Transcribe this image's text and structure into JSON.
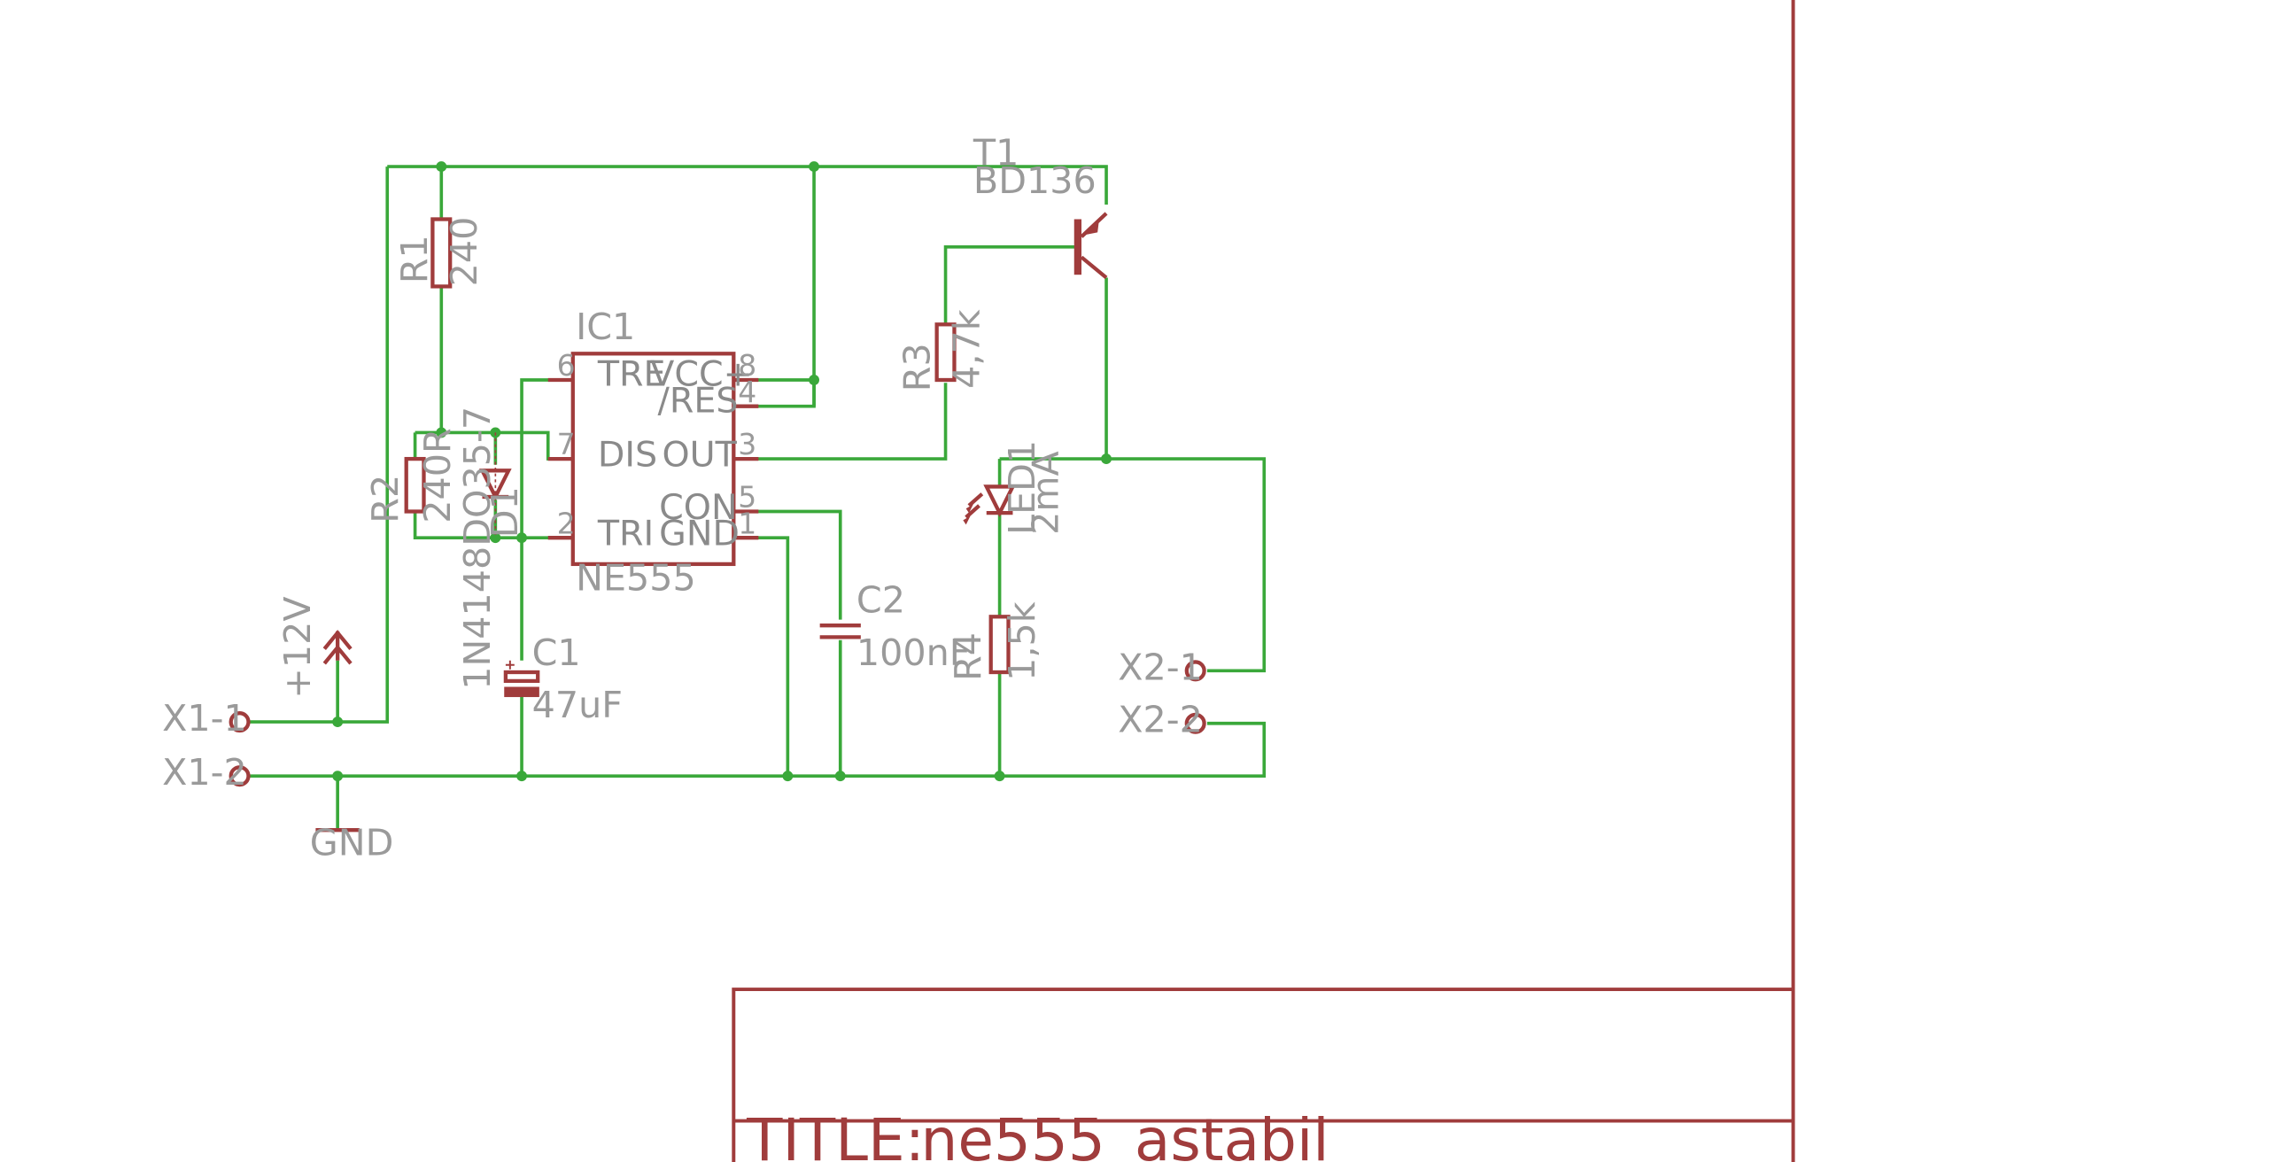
{
  "colors": {
    "wire": "#3aa83a",
    "symbol": "#a03c3c",
    "label": "#9a9a9a",
    "background": "#ffffff"
  },
  "components": {
    "t1": {
      "name": "T1",
      "value": "BD136"
    },
    "r1": {
      "name": "R1",
      "value": "240"
    },
    "r2": {
      "name": "R2",
      "value": "240R"
    },
    "r3": {
      "name": "R3",
      "value": "4,7k"
    },
    "r4": {
      "name": "R4",
      "value": "1,5k"
    },
    "d1": {
      "name": "D1",
      "value": "1N4148DO35-7"
    },
    "c1": {
      "name": "C1",
      "value": "47uF"
    },
    "c2": {
      "name": "C2",
      "value": "100nF"
    },
    "led1": {
      "name": "LED1",
      "value": "2mA"
    },
    "ic1": {
      "name": "IC1",
      "value": "NE555",
      "pins": {
        "tre": "TRE",
        "vcc": "VCC+",
        "res": "/RES",
        "dis": "DIS",
        "out": "OUT",
        "con": "CON",
        "tri": "TRI",
        "gnd": "GND"
      },
      "pin_numbers": {
        "p6": "6",
        "p8": "8",
        "p4": "4",
        "p7": "7",
        "p3": "3",
        "p5": "5",
        "p2": "2",
        "p1": "1"
      }
    }
  },
  "supply": {
    "plus12": "+12V",
    "gnd": "GND"
  },
  "connectors": {
    "x1_1": "X1-1",
    "x1_2": "X1-2",
    "x2_1": "X2-1",
    "x2_2": "X2-2"
  },
  "frame": {
    "title_label": "TITLE:",
    "title_value": "ne555_astabil"
  }
}
